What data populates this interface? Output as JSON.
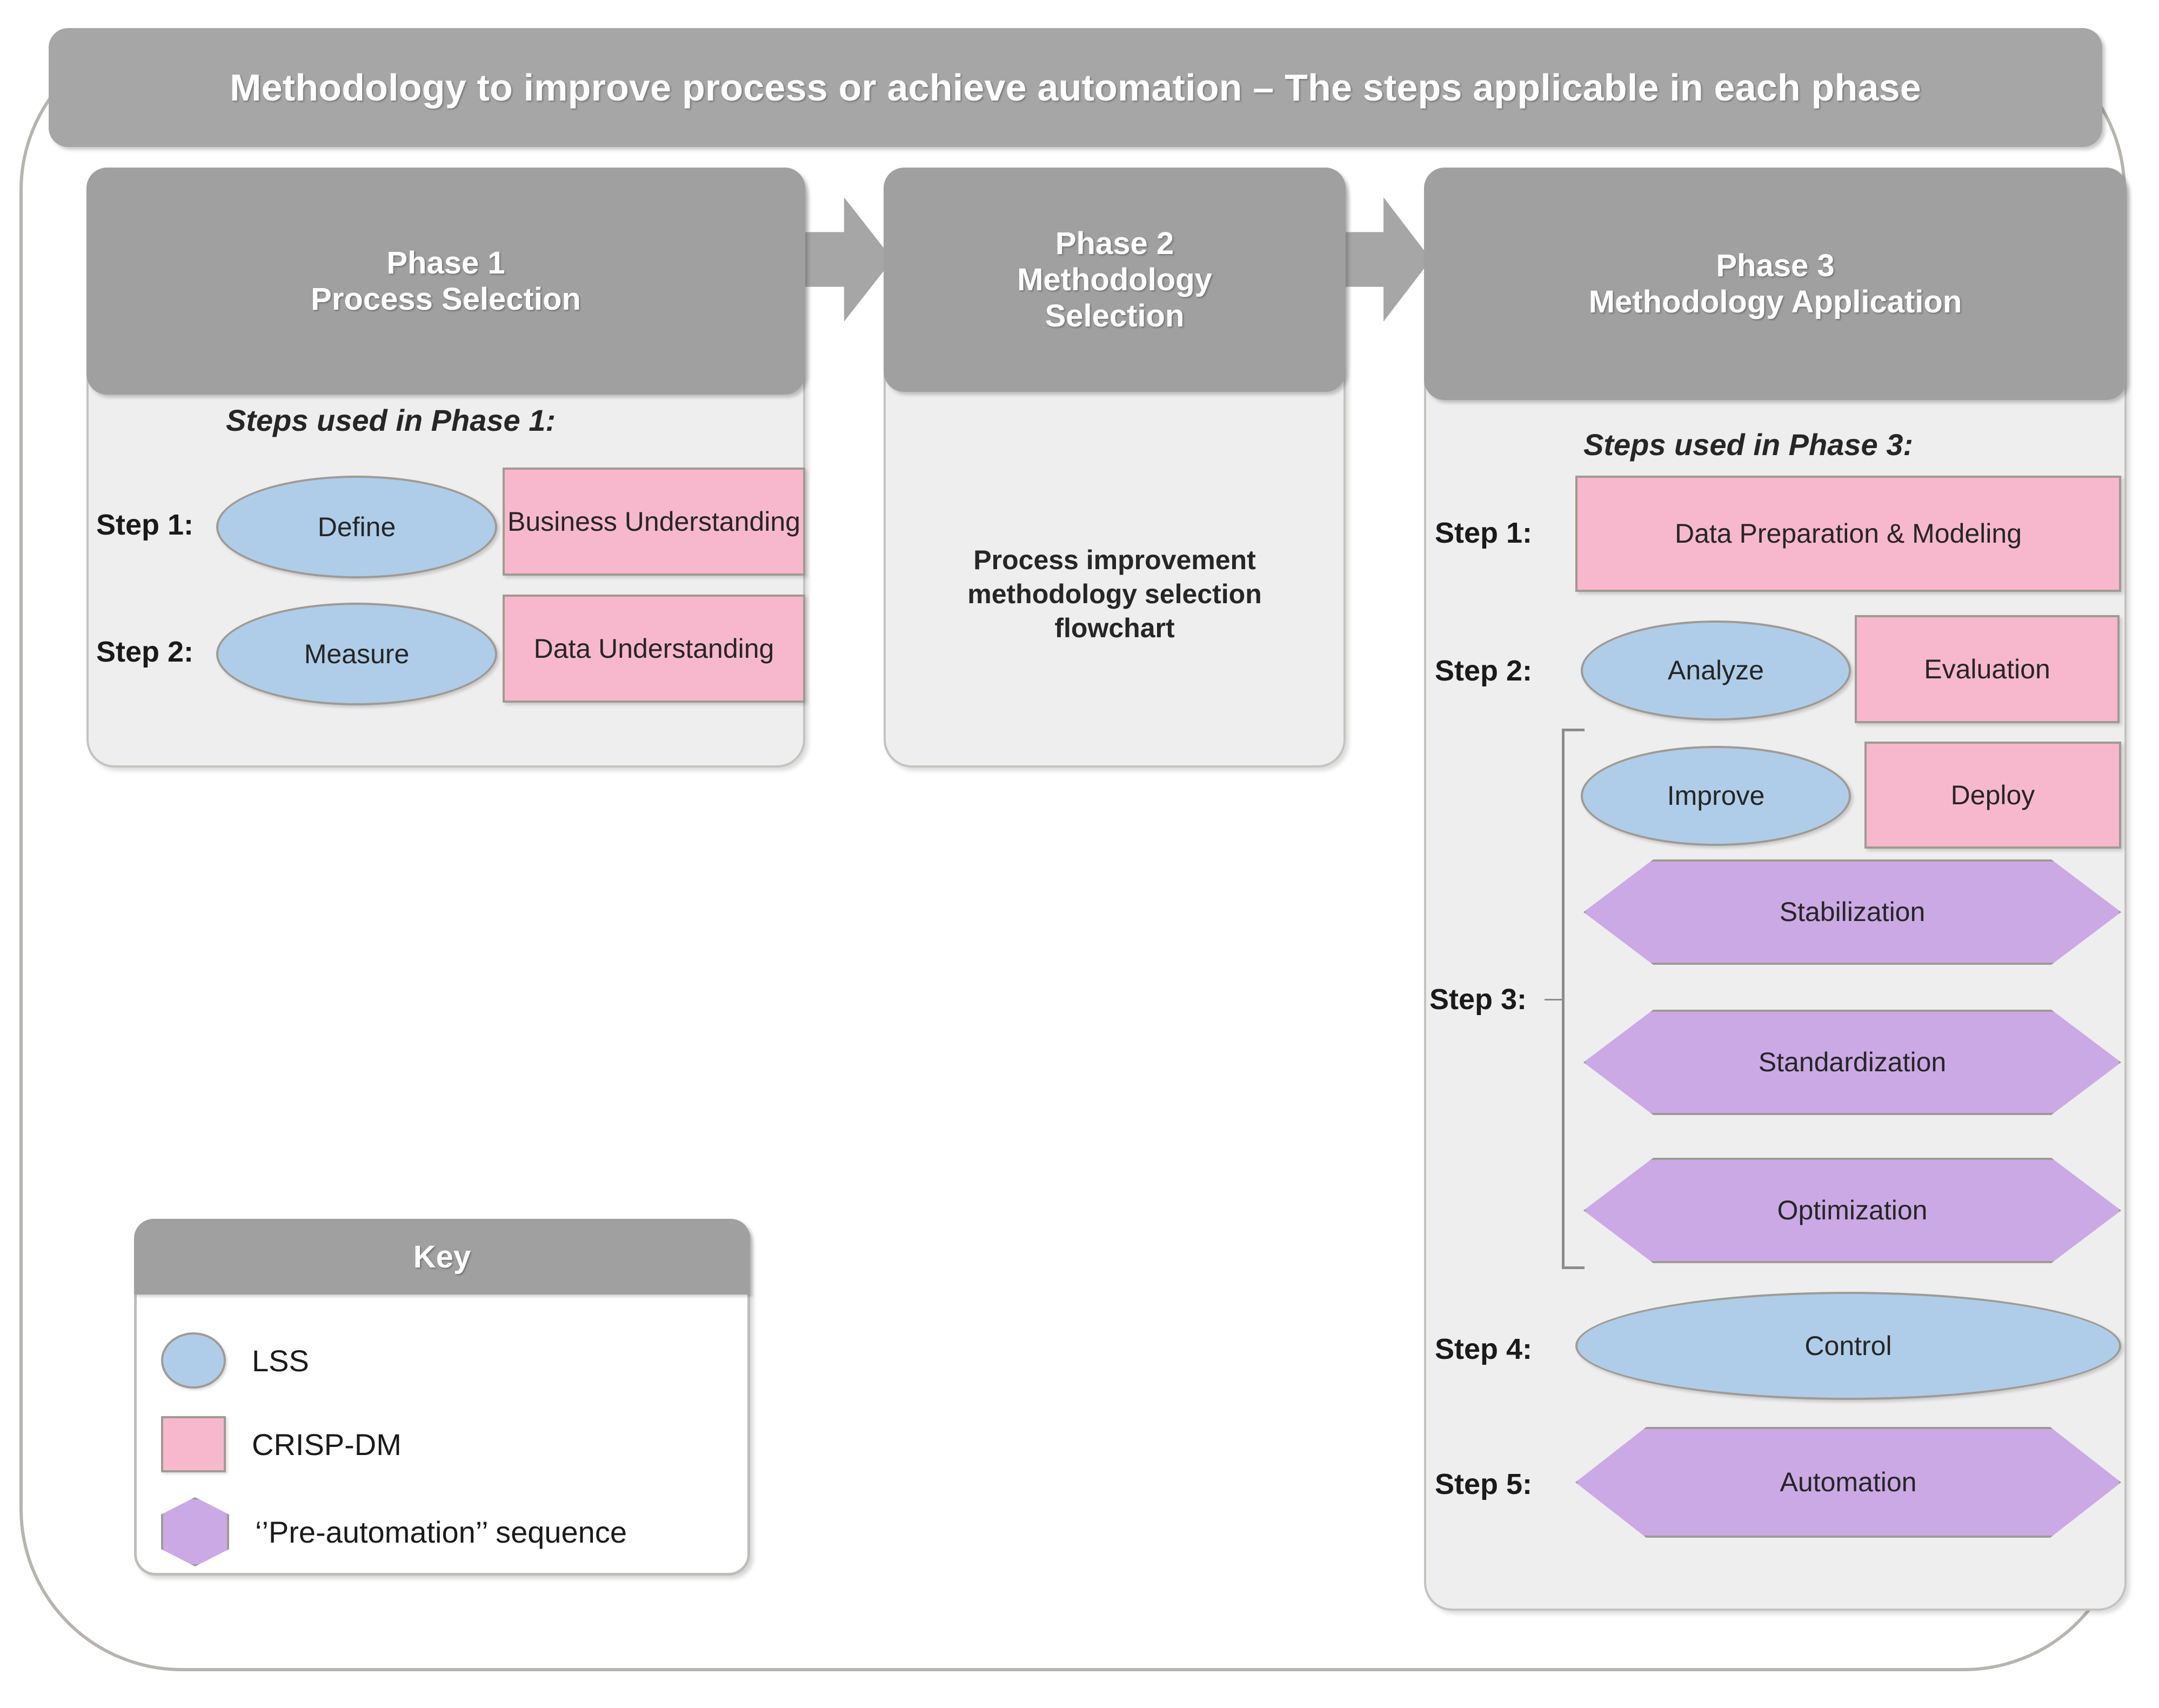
{
  "title": "Methodology to improve process or achieve automation – The steps applicable in each phase",
  "colors": {
    "header_gray": "#A6A6A6",
    "panel_gray": "#EEEEEE",
    "lss_blue": "#AFCDE8",
    "crispdm_pink": "#F7B8CD",
    "preautomation_purple": "#CBA9E5",
    "outline_gray": "#A09A94"
  },
  "phases": [
    {
      "head_line1": "Phase 1",
      "head_line2": "Process Selection",
      "caption": "Steps used in Phase 1:",
      "steps": [
        {
          "label": "Step 1:",
          "shapes": [
            {
              "kind": "ellipse",
              "text": "Define"
            },
            {
              "kind": "rect",
              "text": "Business Understanding"
            }
          ]
        },
        {
          "label": "Step 2:",
          "shapes": [
            {
              "kind": "ellipse",
              "text": "Measure"
            },
            {
              "kind": "rect",
              "text": "Data Understanding"
            }
          ]
        }
      ]
    },
    {
      "head_line1": "Phase 2",
      "head_line2": "Methodology",
      "head_line3": "Selection",
      "body": "Process improvement methodology selection flowchart"
    },
    {
      "head_line1": "Phase 3",
      "head_line2": "Methodology Application",
      "caption": "Steps used in Phase 3:",
      "steps": [
        {
          "label": "Step 1:",
          "shapes": [
            {
              "kind": "rect",
              "text": "Data Preparation & Modeling"
            }
          ]
        },
        {
          "label": "Step 2:",
          "shapes": [
            {
              "kind": "ellipse",
              "text": "Analyze"
            },
            {
              "kind": "rect",
              "text": "Evaluation"
            },
            {
              "kind": "ellipse",
              "text": "Improve"
            },
            {
              "kind": "rect",
              "text": "Deploy"
            }
          ]
        },
        {
          "label": "Step 3:",
          "shapes": [
            {
              "kind": "hexa",
              "text": "Stabilization"
            },
            {
              "kind": "hexa",
              "text": "Standardization"
            },
            {
              "kind": "hexa",
              "text": "Optimization"
            }
          ]
        },
        {
          "label": "Step 4:",
          "shapes": [
            {
              "kind": "ellipse",
              "text": "Control"
            }
          ]
        },
        {
          "label": "Step 5:",
          "shapes": [
            {
              "kind": "hexa",
              "text": "Automation"
            }
          ]
        }
      ]
    }
  ],
  "key": {
    "title": "Key",
    "items": [
      {
        "shape": "ellipse",
        "label": "LSS"
      },
      {
        "shape": "rect",
        "label": "CRISP-DM"
      },
      {
        "shape": "hexagon",
        "label": "‘’Pre-automation’’ sequence"
      }
    ]
  }
}
